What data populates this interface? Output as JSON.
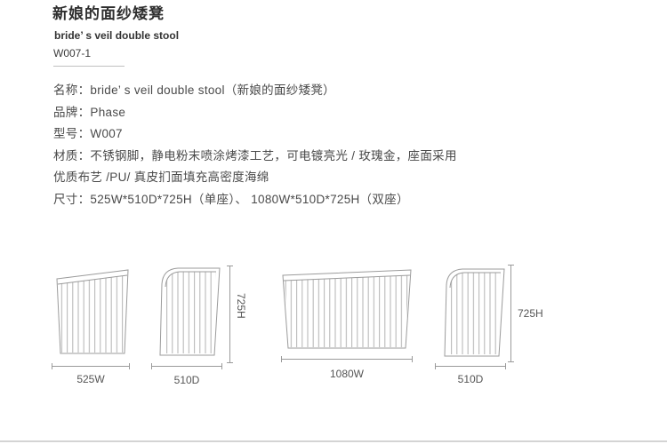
{
  "header": {
    "title": "新娘的面纱矮凳",
    "subtitle": "bride’ s veil double stool",
    "model": "W007-1"
  },
  "specs": {
    "lines": [
      "名称：bride’ s veil double stool（新娘的面纱矮凳）",
      "品牌：Phase",
      "型号：W007",
      "材质：不锈钢脚，静电粉末喷涂烤漆工艺，可电镀亮光 / 玫瑰金，座面采用",
      "优质布艺 /PU/ 真皮扪面填充高密度海绵",
      "尺寸：525W*510D*725H（单座）、 1080W*510D*725H（双座）"
    ]
  },
  "drawings": {
    "single_front_width": "525W",
    "single_side_depth": "510D",
    "single_height": "725H",
    "double_front_width": "1080W",
    "double_side_depth": "510D",
    "double_height": "725H"
  },
  "colors": {
    "line": "#9b9b9b",
    "divider": "#d4d4d4"
  }
}
